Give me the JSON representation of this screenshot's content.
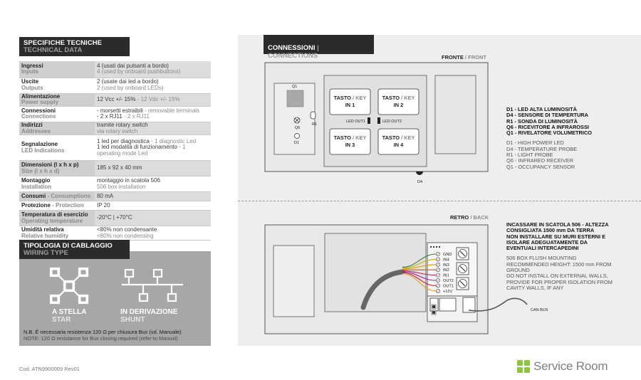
{
  "specs": {
    "title": "SPECIFICHE TECNICHE",
    "title_en": "TECHNICAL DATA",
    "rows": [
      {
        "k": "Ingressi",
        "k_en": "Inputs",
        "v": [
          "4 (usati dai pulsanti a bordo)"
        ],
        "v_en": [
          "4 (used by onboard pushbuttons)"
        ]
      },
      {
        "k": "Uscite",
        "k_en": "Outputs",
        "v": [
          "2 (usate dai led a bordo)"
        ],
        "v_en": [
          "2 (used by onboard LEDs)"
        ]
      },
      {
        "k": "Alimentazione",
        "k_en": "Power supply",
        "v": [
          "12 Vcc +/- 15%"
        ],
        "v_en": [
          "12 Vdc +/- 15%"
        ]
      },
      {
        "k": "Connessioni",
        "k_en": "Connections",
        "v": [
          "- morsetti estraibili",
          "- 2 x RJ11"
        ],
        "v_en": [
          "- removable terminals",
          "- 2 x RJ11"
        ]
      },
      {
        "k": "Indirizzi",
        "k_en": "Addresses",
        "v": [
          "tramite rotary switch"
        ],
        "v_en": [
          "via rotary switch"
        ]
      },
      {
        "k": "Segnalazione",
        "k_en": "LED Indications",
        "v": [
          "1 led per diagnostica",
          "1 led modalità di funzionamento"
        ],
        "v_en": [
          "1 diagnostic Led",
          "1 operating mode Led"
        ]
      },
      {
        "k": "Dimensioni (l x h x p)",
        "k_en": "Size (l x h x d)",
        "v": [
          "185 x 92 x 40 mm"
        ],
        "v_en": []
      },
      {
        "k": "Montaggio",
        "k_en": "Installation",
        "v": [
          "montaggio in scatola 506"
        ],
        "v_en": [
          "506 box installation"
        ]
      },
      {
        "k": "Consumi",
        "k_en": "Consumptions",
        "v": [
          "80 mA"
        ],
        "v_en": []
      },
      {
        "k": "Protezione",
        "k_en": "Protection",
        "v": [
          "IP 20"
        ],
        "v_en": []
      },
      {
        "k": "Temperatura di esercizio",
        "k_en": "Operating temperature",
        "v": [
          "-20°C | +70°C"
        ],
        "v_en": []
      },
      {
        "k": "Umidità relativa",
        "k_en": "Relative humidity",
        "v": [
          "<80% non condensante"
        ],
        "v_en": [
          "<80% non condensing"
        ]
      }
    ]
  },
  "wiring": {
    "title": "TIPOLOGIA DI CABLAGGIO",
    "title_en": "WIRING TYPE",
    "star": "A STELLA",
    "star_en": "STAR",
    "shunt": "IN DERIVAZIONE",
    "shunt_en": "SHUNT",
    "note": "N.B. È necessaria resistenza 120 Ω per chiusura Bus (vd. Manuale)",
    "note_en": "NOTE: 120 Ω resistance for Bus closing required (refer to Manual)",
    "box_color": "#a7a7a7"
  },
  "doc_code": "Cod. ATN9900009 Rev01",
  "connections": {
    "title": "CONNESSIONI",
    "title_en": "CONNECTIONS",
    "front": "FRONTE",
    "front_en": "FRONT",
    "back": "RETRO",
    "back_en": "BACK",
    "keys": [
      {
        "a": "TASTO",
        "b": "KEY",
        "n": "IN 1"
      },
      {
        "a": "TASTO",
        "b": "KEY",
        "n": "IN 2"
      },
      {
        "a": "TASTO",
        "b": "KEY",
        "n": "IN 3"
      },
      {
        "a": "TASTO",
        "b": "KEY",
        "n": "IN 4"
      }
    ],
    "labels": {
      "q1": "Q1",
      "q6": "Q6",
      "r1": "R1",
      "d1": "D1",
      "d4": "D4",
      "led_out1": "LED OUT1",
      "led_out2": "LED OUT2",
      "can_bus": "CAN BUS"
    },
    "terminals": [
      "GND",
      "IN4",
      "IN3",
      "IN2",
      "IN1",
      "OUT2",
      "OUT1",
      "+12V"
    ],
    "wire_colors": [
      "#3d7a3d",
      "#c8b400",
      "#e0a000",
      "#e05a00",
      "#c81e5a",
      "#a01ea0",
      "#d22020",
      "#e8a020"
    ],
    "legend_it": [
      "D1 - LED ALTA LUMINOSITÀ",
      "D4 - SENSORE DI TEMPERTURA",
      "R1 - SONDA DI LUMINOSITÀ",
      "Q6 - RICEVITORE A INFRAROSSI",
      "Q1 - RIVELATORE VOLUMETRICO"
    ],
    "legend_en": [
      "D1 - HIGH POWER LED",
      "D4 - TEMPERATURE PROBE",
      "R1 - LIGHT PROBE",
      "Q6 - INFRARED RECEIVER",
      "Q1 - OCCUPANCY SENSOR"
    ],
    "notes_it": [
      "INCASSARE IN SCATOLA 506 - ALTEZZA",
      "CONSIGLIATA 1500 mm DA TERRA",
      "NON INSTALLARE SU MURI ESTERNI E",
      "ISOLARE ADEGUATAMENTE DA",
      "EVENTUALI INTERCAPEDINI"
    ],
    "notes_en": [
      "506 BOX FLUSH MOUNTING",
      "RECOMMENDED HEIGHT: 1500 mm FROM",
      "GROUND",
      "DO NOT INSTALL ON EXTERNAL WALLS,",
      "PROVIDE FOR PROPER ISOLATION FROM",
      "CAVITY WALLS, IF ANY"
    ]
  },
  "brand": {
    "name": "Service Room",
    "logo_icon": "four-leaf-logo-icon",
    "color": "#8cc63f"
  }
}
